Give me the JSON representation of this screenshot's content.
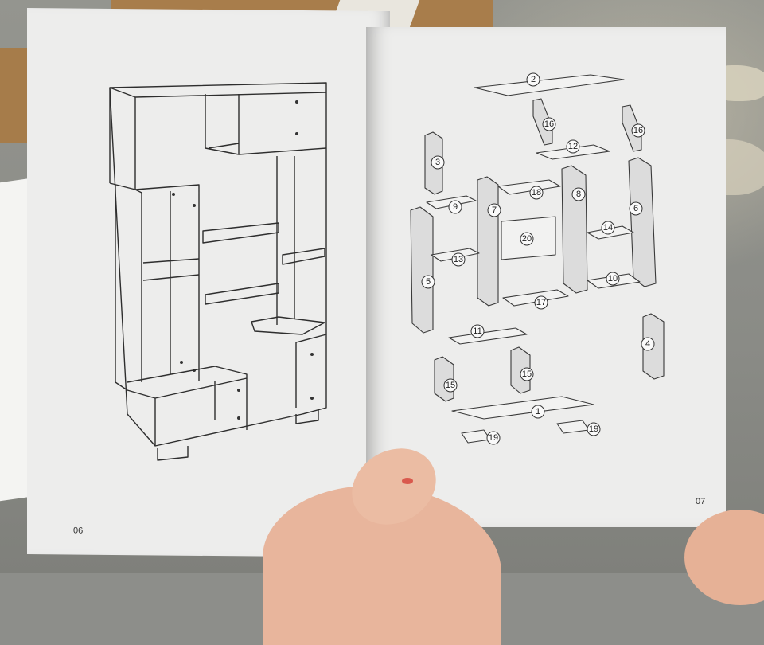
{
  "booklet": {
    "left_page_number": "06",
    "right_page_number": "07"
  },
  "parts": [
    {
      "id": "2",
      "label": "2"
    },
    {
      "id": "16a",
      "label": "16"
    },
    {
      "id": "16b",
      "label": "16"
    },
    {
      "id": "3",
      "label": "3"
    },
    {
      "id": "12",
      "label": "12"
    },
    {
      "id": "18",
      "label": "18"
    },
    {
      "id": "8",
      "label": "8"
    },
    {
      "id": "9",
      "label": "9"
    },
    {
      "id": "7",
      "label": "7"
    },
    {
      "id": "6",
      "label": "6"
    },
    {
      "id": "14",
      "label": "14"
    },
    {
      "id": "20",
      "label": "20"
    },
    {
      "id": "13",
      "label": "13"
    },
    {
      "id": "5",
      "label": "5"
    },
    {
      "id": "10",
      "label": "10"
    },
    {
      "id": "17",
      "label": "17"
    },
    {
      "id": "11",
      "label": "11"
    },
    {
      "id": "4",
      "label": "4"
    },
    {
      "id": "15a",
      "label": "15"
    },
    {
      "id": "15b",
      "label": "15"
    },
    {
      "id": "1",
      "label": "1"
    },
    {
      "id": "19a",
      "label": "19"
    },
    {
      "id": "19b",
      "label": "19"
    }
  ]
}
